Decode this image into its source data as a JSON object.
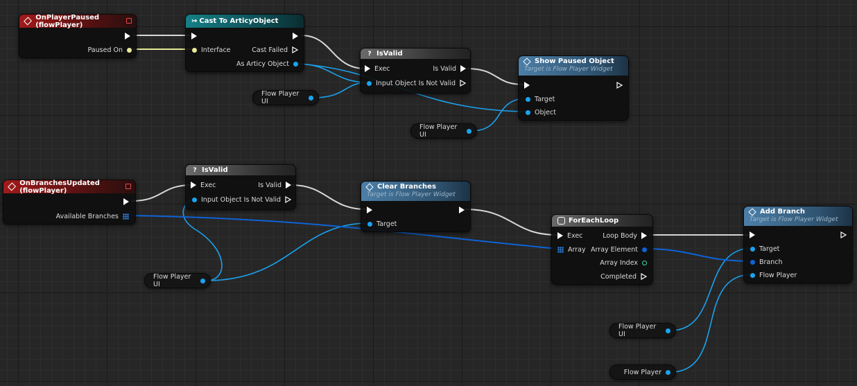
{
  "colors": {
    "exec_wire": "#ffffff",
    "object_wire": "#1aa3f0",
    "struct_wire": "#0d63d6",
    "interface_wire": "#e6ea9a",
    "event_header": "#a21a1a",
    "cast_header": "#157f86",
    "function_header": "#4c7fa8"
  },
  "nodes": {
    "on_player_paused": {
      "title": "OnPlayerPaused (flowPlayer)",
      "icon": "event-diamond-icon",
      "out_paused_on": "Paused On"
    },
    "cast": {
      "title": "Cast To ArticyObject",
      "icon": "cast-arrow-icon",
      "in_interface": "Interface",
      "out_cast_failed": "Cast Failed",
      "out_as_articy": "As Articy Object"
    },
    "isvalid1": {
      "title": "IsValid",
      "icon": "question-icon",
      "in_exec": "Exec",
      "in_input": "Input Object",
      "out_valid": "Is Valid",
      "out_not_valid": "Is Not Valid"
    },
    "show_paused": {
      "title": "Show Paused Object",
      "subtitle": "Target is Flow Player Widget",
      "in_target": "Target",
      "in_object": "Object"
    },
    "on_branches": {
      "title": "OnBranchesUpdated (flowPlayer)",
      "out_available": "Available Branches"
    },
    "isvalid2": {
      "title": "IsValid",
      "in_exec": "Exec",
      "in_input": "Input Object",
      "out_valid": "Is Valid",
      "out_not_valid": "Is Not Valid"
    },
    "clear_branches": {
      "title": "Clear Branches",
      "subtitle": "Target is Flow Player Widget",
      "in_target": "Target"
    },
    "foreach": {
      "title": "ForEachLoop",
      "in_exec": "Exec",
      "in_array": "Array",
      "out_loop_body": "Loop Body",
      "out_element": "Array Element",
      "out_index": "Array Index",
      "out_completed": "Completed"
    },
    "add_branch": {
      "title": "Add Branch",
      "subtitle": "Target is Flow Player Widget",
      "in_target": "Target",
      "in_branch": "Branch",
      "in_flow_player": "Flow Player"
    }
  },
  "variables": {
    "flow_player_ui_1": "Flow Player UI",
    "flow_player_ui_2": "Flow Player UI",
    "flow_player_ui_3": "Flow Player UI",
    "flow_player_ui_4": "Flow Player UI",
    "flow_player": "Flow Player"
  }
}
